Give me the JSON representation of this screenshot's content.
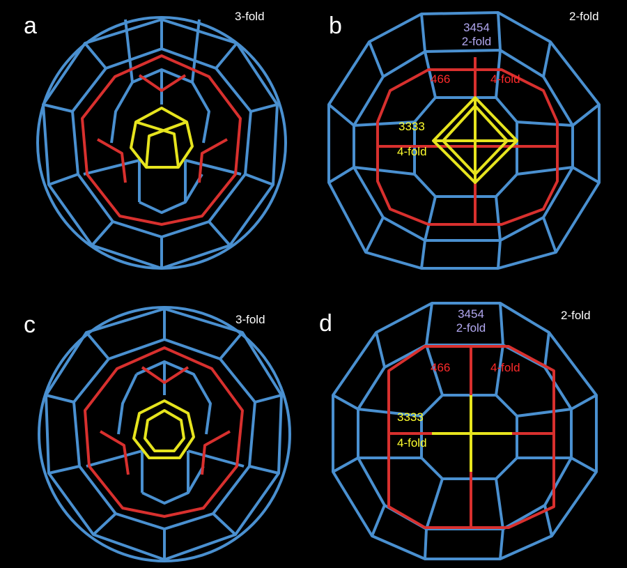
{
  "panels": [
    {
      "letter": "a",
      "view": "3-fold"
    },
    {
      "letter": "b",
      "view": "2-fold",
      "labels": {
        "top": "3454",
        "top_sub": "2-fold",
        "left_red": "466",
        "right_red": "4-fold",
        "yellow": "3333",
        "yellow_sub": "4-fold"
      }
    },
    {
      "letter": "c",
      "view": "3-fold"
    },
    {
      "letter": "d",
      "view": "2-fold",
      "labels": {
        "top": "3454",
        "top_sub": "2-fold",
        "left_red": "466",
        "right_red": "4-fold",
        "yellow": "3333",
        "yellow_sub": "4-fold"
      }
    }
  ],
  "colors": {
    "outer_cage": "#4a90d0",
    "middle_cage": "#d8302e",
    "inner_cage": "#e6e41e",
    "top_label": "#b2a8f0"
  }
}
